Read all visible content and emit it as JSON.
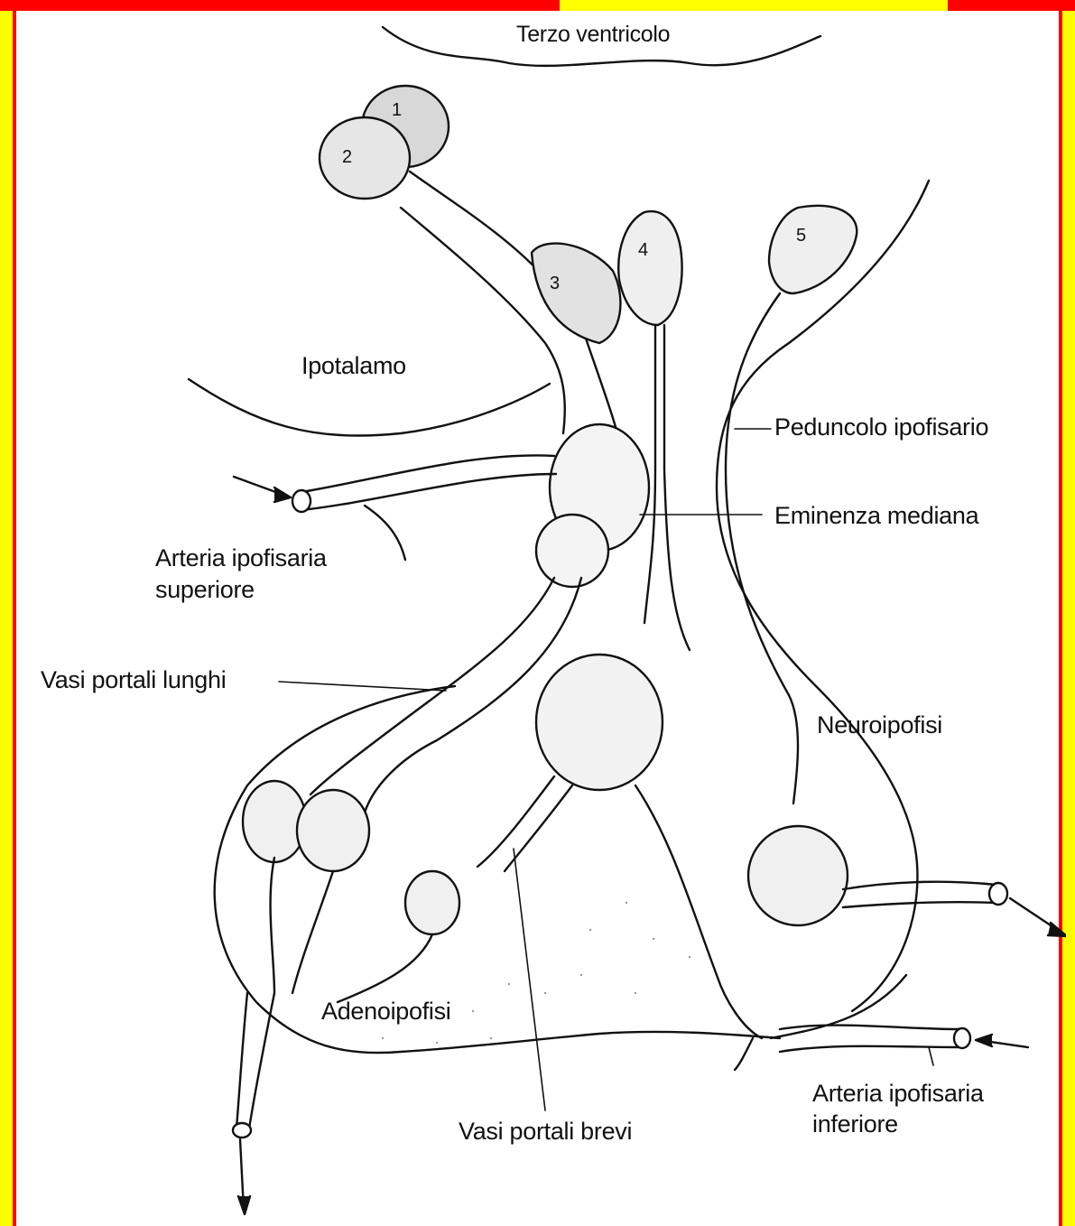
{
  "labels": {
    "terzo_ventricolo": "Terzo ventricolo",
    "ipotalamo": "Ipotalamo",
    "peduncolo": "Peduncolo ipofisario",
    "eminenza": "Eminenza mediana",
    "arteria_sup_1": "Arteria ipofisaria",
    "arteria_sup_2": "superiore",
    "vasi_lunghi": "Vasi portali lunghi",
    "neuroipofisi": "Neuroipofisi",
    "adenoipofisi": "Adenoipofisi",
    "vasi_brevi": "Vasi portali brevi",
    "arteria_inf_1": "Arteria ipofisaria",
    "arteria_inf_2": "inferiore"
  },
  "nuclei": [
    "1",
    "2",
    "3",
    "4",
    "5"
  ],
  "colors": {
    "background_frame": "#ffff00",
    "frame_border": "#ff0000",
    "panel": "#ffffff",
    "ink": "#111111"
  }
}
